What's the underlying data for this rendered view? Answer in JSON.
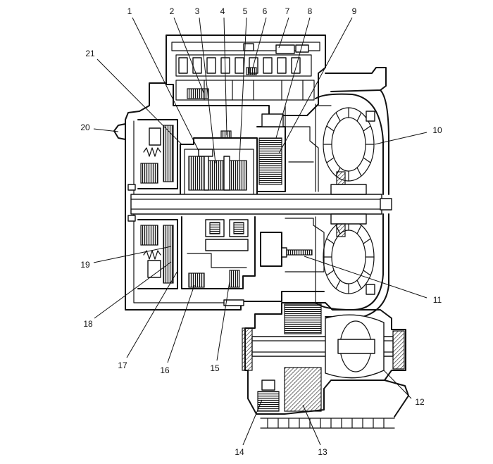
{
  "callouts": [
    "1",
    "2",
    "3",
    "4",
    "5",
    "6",
    "7",
    "8",
    "9",
    "10",
    "11",
    "12",
    "13",
    "14",
    "15",
    "16",
    "17",
    "18",
    "19",
    "20",
    "21"
  ]
}
